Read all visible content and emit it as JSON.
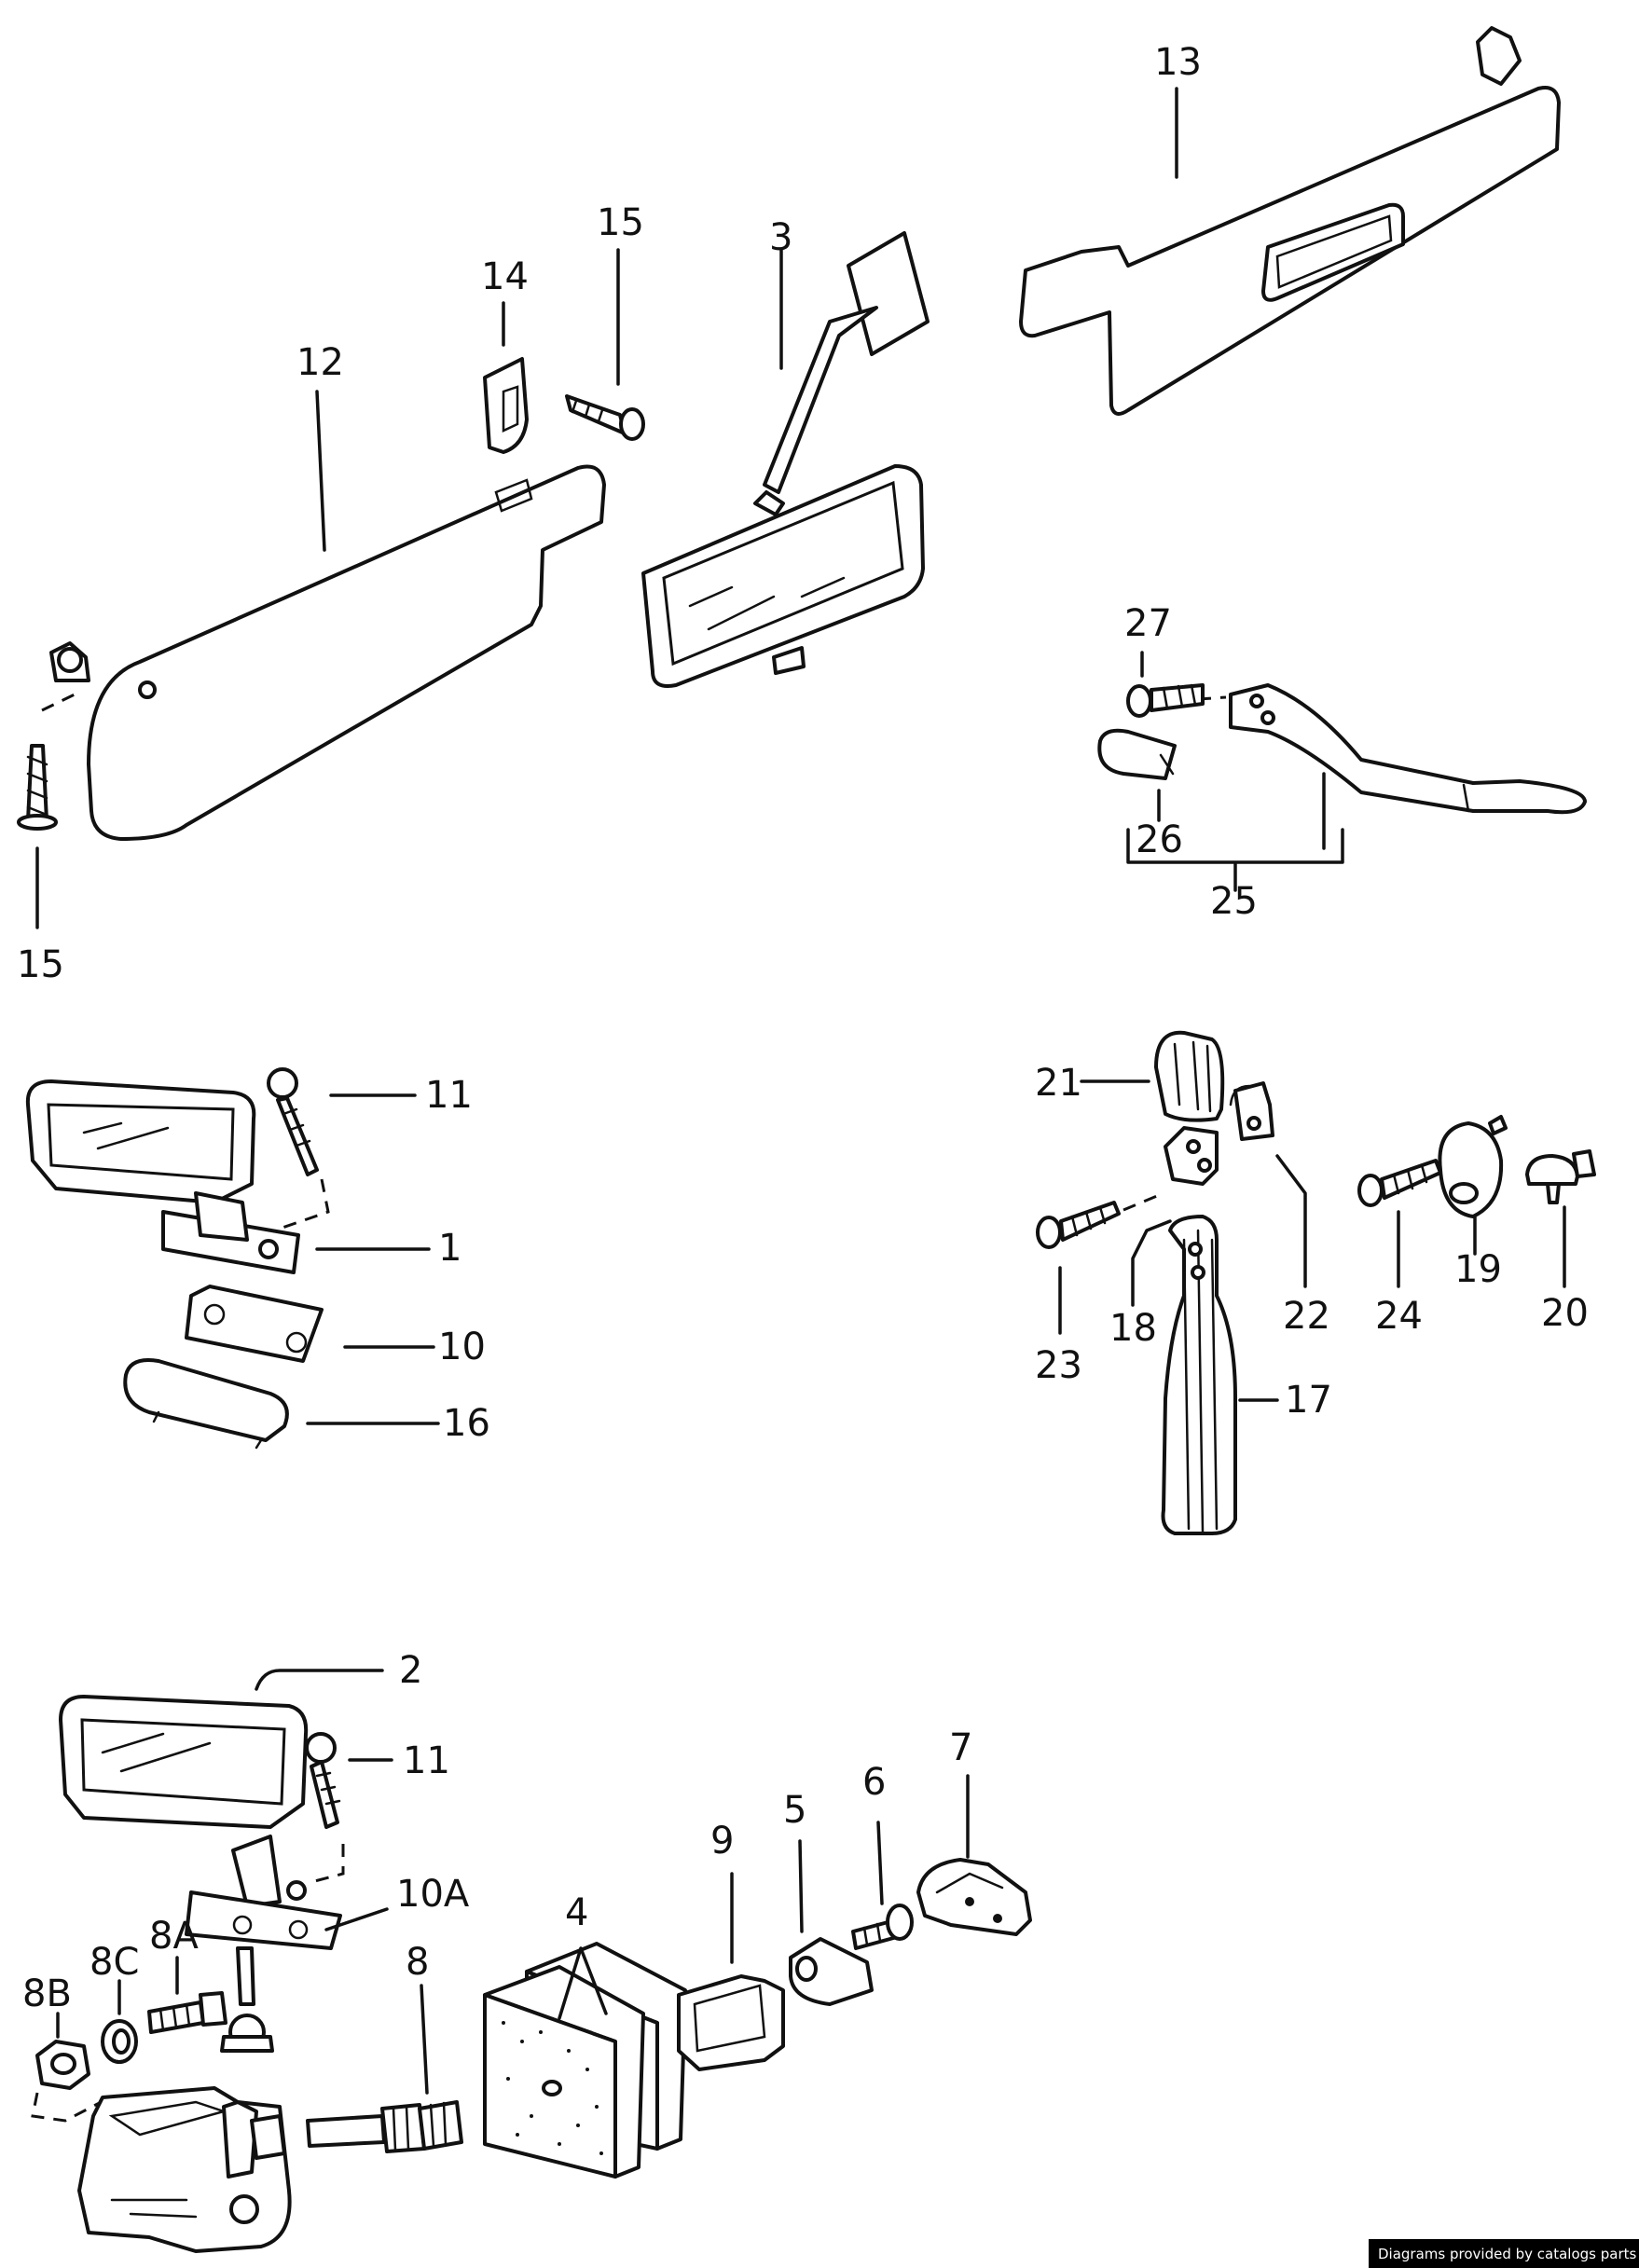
{
  "labels": {
    "l1": "1",
    "l2": "2",
    "l3": "3",
    "l4": "4",
    "l5": "5",
    "l6": "6",
    "l7": "7",
    "l8": "8",
    "l8a": "8A",
    "l8b": "8B",
    "l8c": "8C",
    "l9": "9",
    "l10": "10",
    "l10a": "10A",
    "l11a": "11",
    "l11b": "11",
    "l12": "12",
    "l13": "13",
    "l14": "14",
    "l15a": "15",
    "l15b": "15",
    "l16": "16",
    "l17": "17",
    "l18": "18",
    "l19": "19",
    "l20": "20",
    "l21": "21",
    "l22": "22",
    "l23": "23",
    "l24": "24",
    "l25": "25",
    "l26": "26",
    "l27": "27"
  },
  "credit": "Diagrams provided by catalogs parts"
}
